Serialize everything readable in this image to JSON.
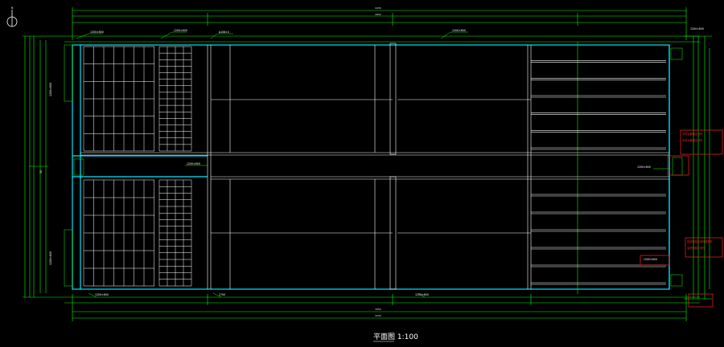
{
  "drawing": {
    "title": "平面图 1:100",
    "colors": {
      "background": "#000000",
      "dimension": "#00ff00",
      "wall": "#00e5ff",
      "lines": "#ffffff",
      "note": "#ff2020"
    },
    "top_dims": {
      "overall": "1930",
      "middle": "1850"
    },
    "bottom_dims": {
      "overall": "1930",
      "middle": "1850"
    },
    "labels": {
      "top": [
        "1200×600",
        "1200×600",
        "φ108×4",
        "1200×600"
      ],
      "bottom": [
        "1200×600",
        "2700",
        "1200×600",
        "1200×600"
      ],
      "mid_left": "1200×600",
      "mid_right": "1200×600",
      "right_tag": "1200×600",
      "left_side": [
        "1200×600",
        "1200×600"
      ],
      "vertical_left": "50"
    },
    "notes": [
      "冲洗水管接至池外",
      "冲洗水管接至池外",
      "排泥管接至池外排放井",
      "溢流管接至池外"
    ]
  }
}
